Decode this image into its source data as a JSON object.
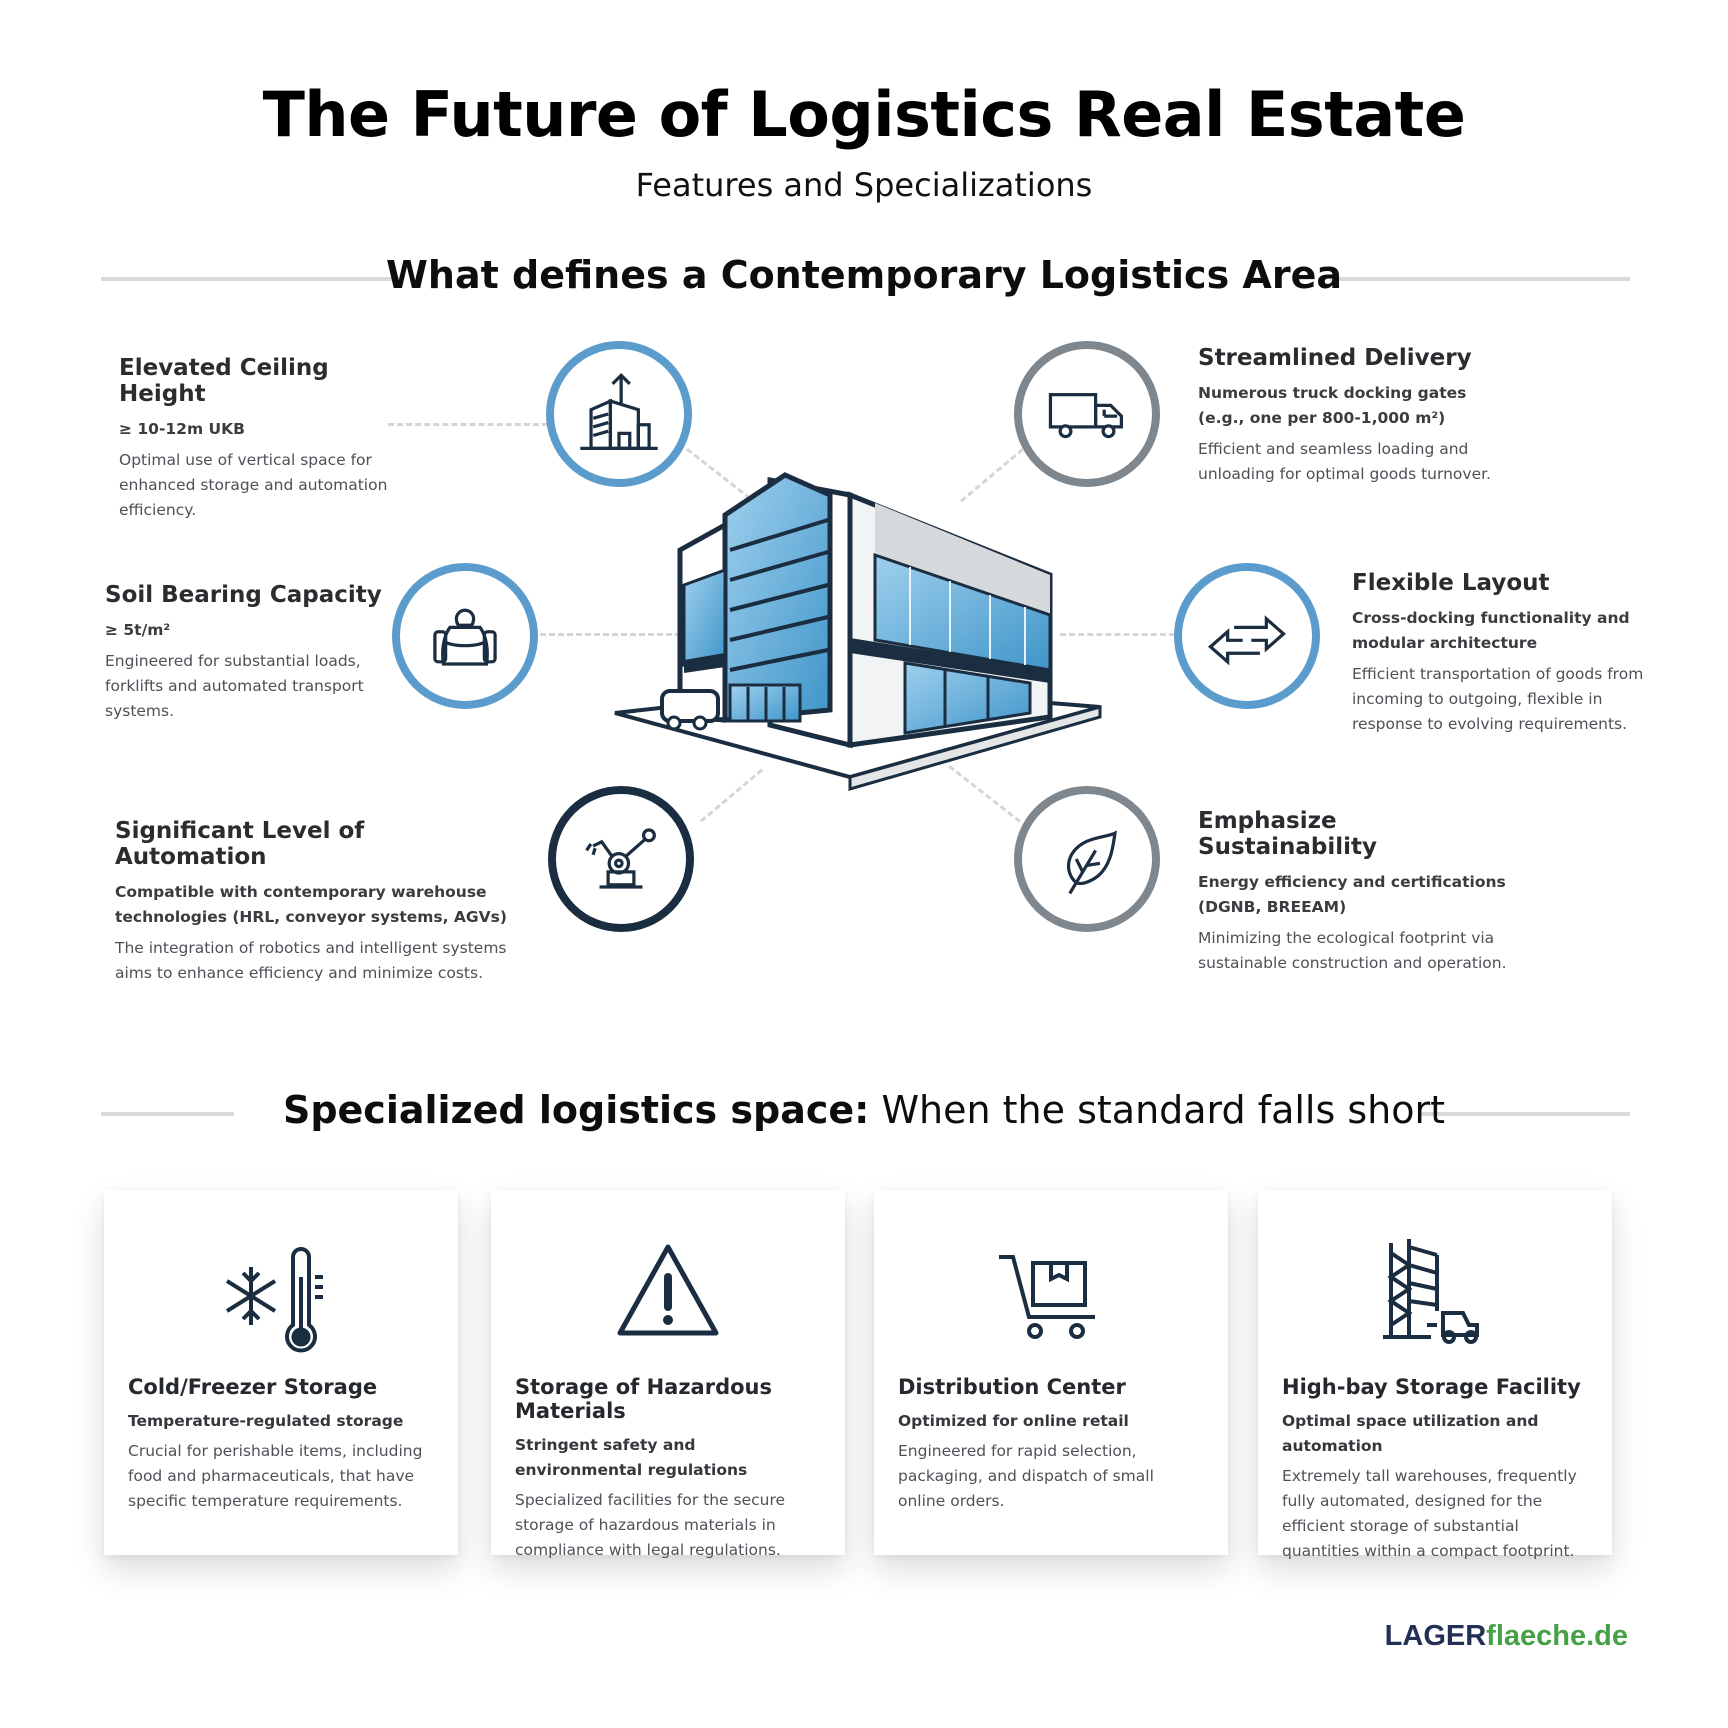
{
  "header": {
    "title": "The Future of Logistics Real Estate",
    "subtitle": "Features and Specializations"
  },
  "section1": {
    "title": "What defines a Contemporary Logistics Area",
    "features": [
      {
        "id": "ceiling",
        "title": "Elevated Ceiling Height",
        "subtitle": "≥ 10-12m UKB",
        "description": "Optimal use of vertical space for enhanced storage and automation efficiency.",
        "icon": "building-arrow-up-icon",
        "ring_color": "#5b9ccc"
      },
      {
        "id": "soil",
        "title": "Soil Bearing Capacity",
        "subtitle": "≥ 5t/m²",
        "description": "Engineered for substantial loads, forklifts and automated transport systems.",
        "icon": "weight-icon",
        "ring_color": "#5b9ccc"
      },
      {
        "id": "automation",
        "title": "Significant Level of Automation",
        "subtitle": "Compatible with contemporary warehouse technologies (HRL, conveyor systems, AGVs)",
        "description": "The integration of robotics and intelligent systems aims to enhance efficiency and minimize costs.",
        "icon": "robot-arm-icon",
        "ring_color": "#1b2d40"
      },
      {
        "id": "delivery",
        "title": "Streamlined Delivery",
        "subtitle": "Numerous truck docking gates (e.g., one per 800-1,000 m²)",
        "description": "Efficient and seamless loading and unloading for optimal goods turnover.",
        "icon": "truck-icon",
        "ring_color": "#7e868e"
      },
      {
        "id": "layout",
        "title": "Flexible Layout",
        "subtitle": "Cross-docking functionality and modular architecture",
        "description": "Efficient transportation of goods from incoming to outgoing, flexible in response to evolving requirements.",
        "icon": "swap-arrows-icon",
        "ring_color": "#5b9ccc"
      },
      {
        "id": "sustainability",
        "title": "Emphasize Sustainability",
        "subtitle": "Energy efficiency and certifications (DGNB, BREEAM)",
        "description": "Minimizing the ecological footprint via sustainable construction and operation.",
        "icon": "leaf-icon",
        "ring_color": "#7e868e"
      }
    ]
  },
  "section2": {
    "title_bold": "Specialized logistics space:",
    "title_regular": " When the standard falls short",
    "cards": [
      {
        "title": "Cold/Freezer Storage",
        "subtitle": "Temperature-regulated storage",
        "description": "Crucial for perishable items, including food and pharmaceuticals, that have specific temperature requirements.",
        "icon": "snowflake-thermometer-icon"
      },
      {
        "title": "Storage of Hazardous Materials",
        "subtitle": "Stringent safety and environmental regulations",
        "description": "Specialized facilities for the secure storage of hazardous materials in compliance with legal regulations.",
        "icon": "warning-triangle-icon"
      },
      {
        "title": "Distribution Center",
        "subtitle": "Optimized for online retail",
        "description": "Engineered for rapid selection, packaging, and dispatch of small online orders.",
        "icon": "cart-box-icon"
      },
      {
        "title": "High-bay Storage Facility",
        "subtitle": "Optimal space utilization and automation",
        "description": "Extremely tall warehouses, frequently fully automated, designed for the efficient storage of substantial quantities within a compact footprint.",
        "icon": "rack-forklift-icon"
      }
    ]
  },
  "footer": {
    "logo_part1": "LAGER",
    "logo_part2": "flaeche.de",
    "logo_color1": "#223056",
    "logo_color2": "#46a045"
  },
  "colors": {
    "accent_blue": "#5b9ccc",
    "navy": "#1b2d40",
    "gray_ring": "#7e868e",
    "rule": "#d9d9d9"
  }
}
